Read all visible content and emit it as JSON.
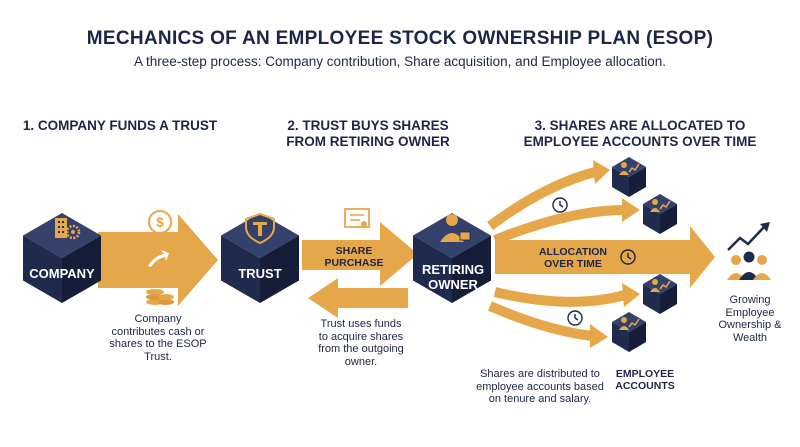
{
  "header": {
    "title": "MECHANICS OF AN EMPLOYEE STOCK OWNERSHIP PLAN (ESOP)",
    "subtitle": "A three-step process: Company contribution, Share acquisition, and Employee allocation."
  },
  "steps": [
    {
      "heading": "1. COMPANY FUNDS A TRUST"
    },
    {
      "heading": "2. TRUST BUYS SHARES FROM RETIRING OWNER"
    },
    {
      "heading": "3. SHARES ARE ALLOCATED TO EMPLOYEE ACCOUNTS OVER TIME"
    }
  ],
  "nodes": {
    "company": "COMPANY",
    "trust": "TRUST",
    "retiring_owner": "RETIRING OWNER"
  },
  "arrows": {
    "share_purchase": "SHARE PURCHASE",
    "allocation": "ALLOCATION OVER TIME"
  },
  "captions": {
    "company": "Company contributes cash or shares to the ESOP Trust.",
    "trust": "Trust uses funds to acquire shares from the outgoing owner.",
    "distribution": "Shares are distributed to employee accounts based on tenure and salary.",
    "employee_accounts": "EMPLOYEE ACCOUNTS",
    "wealth": "Growing Employee Ownership & Wealth"
  },
  "colors": {
    "navy": "#1f2b4d",
    "navy_light": "#34426b",
    "navy_dark": "#141c36",
    "gold": "#e6a64a",
    "gold_dark": "#c98a2e"
  },
  "icons": {
    "company": "building-gear-icon",
    "trust": "shield-icon",
    "retiring_owner": "businessman-icon",
    "cash": "dollar-coin-icon",
    "coins": "coin-stack-icon",
    "certificate": "certificate-icon",
    "handshake": "handshake-icon",
    "clock": "clock-icon",
    "employee": "employee-chart-icon",
    "growth": "growth-group-icon"
  }
}
